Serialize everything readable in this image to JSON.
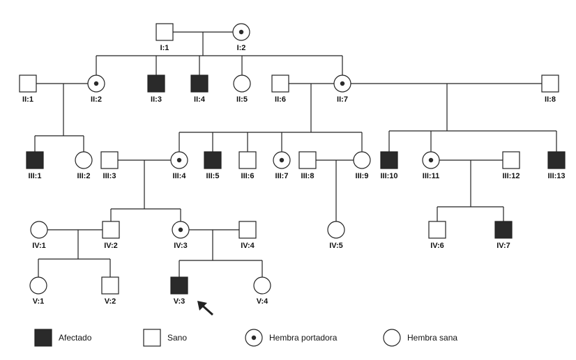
{
  "colors": {
    "affected": "#2a2a2a",
    "healthy": "#ffffff",
    "stroke": "#222222"
  },
  "individuals": [
    {
      "id": "I:1",
      "sex": "male",
      "status": "healthy"
    },
    {
      "id": "I:2",
      "sex": "female",
      "status": "carrier"
    },
    {
      "id": "II:1",
      "sex": "male",
      "status": "healthy"
    },
    {
      "id": "II:2",
      "sex": "female",
      "status": "carrier"
    },
    {
      "id": "II:3",
      "sex": "male",
      "status": "affected"
    },
    {
      "id": "II:4",
      "sex": "male",
      "status": "affected"
    },
    {
      "id": "II:5",
      "sex": "female",
      "status": "healthy"
    },
    {
      "id": "II:6",
      "sex": "male",
      "status": "healthy"
    },
    {
      "id": "II:7",
      "sex": "female",
      "status": "carrier"
    },
    {
      "id": "II:8",
      "sex": "male",
      "status": "healthy"
    },
    {
      "id": "III:1",
      "sex": "male",
      "status": "affected"
    },
    {
      "id": "III:2",
      "sex": "female",
      "status": "healthy"
    },
    {
      "id": "III:3",
      "sex": "male",
      "status": "healthy"
    },
    {
      "id": "III:4",
      "sex": "female",
      "status": "carrier"
    },
    {
      "id": "III:5",
      "sex": "male",
      "status": "affected"
    },
    {
      "id": "III:6",
      "sex": "male",
      "status": "healthy"
    },
    {
      "id": "III:7",
      "sex": "female",
      "status": "carrier"
    },
    {
      "id": "III:8",
      "sex": "male",
      "status": "healthy"
    },
    {
      "id": "III:9",
      "sex": "female",
      "status": "healthy"
    },
    {
      "id": "III:10",
      "sex": "male",
      "status": "affected"
    },
    {
      "id": "III:11",
      "sex": "female",
      "status": "carrier"
    },
    {
      "id": "III:12",
      "sex": "male",
      "status": "healthy"
    },
    {
      "id": "III:13",
      "sex": "male",
      "status": "affected"
    },
    {
      "id": "IV:1",
      "sex": "female",
      "status": "healthy"
    },
    {
      "id": "IV:2",
      "sex": "male",
      "status": "healthy"
    },
    {
      "id": "IV:3",
      "sex": "female",
      "status": "carrier"
    },
    {
      "id": "IV:4",
      "sex": "male",
      "status": "healthy"
    },
    {
      "id": "IV:5",
      "sex": "female",
      "status": "healthy"
    },
    {
      "id": "IV:6",
      "sex": "male",
      "status": "healthy"
    },
    {
      "id": "IV:7",
      "sex": "male",
      "status": "affected"
    },
    {
      "id": "V:1",
      "sex": "female",
      "status": "healthy"
    },
    {
      "id": "V:2",
      "sex": "male",
      "status": "healthy"
    },
    {
      "id": "V:3",
      "sex": "male",
      "status": "affected",
      "proband": true
    },
    {
      "id": "V:4",
      "sex": "female",
      "status": "healthy"
    }
  ],
  "families": [
    {
      "parents": [
        "I:1",
        "I:2"
      ],
      "children": [
        "II:2",
        "II:3",
        "II:4",
        "II:5",
        "II:7"
      ]
    },
    {
      "parents": [
        "II:1",
        "II:2"
      ],
      "children": [
        "III:1",
        "III:2"
      ]
    },
    {
      "parents": [
        "II:6",
        "II:7"
      ],
      "children": [
        "III:4",
        "III:5",
        "III:6",
        "III:7",
        "III:9"
      ]
    },
    {
      "parents": [
        "II:7",
        "II:8"
      ],
      "children": [
        "III:10",
        "III:11",
        "III:13"
      ]
    },
    {
      "parents": [
        "III:3",
        "III:4"
      ],
      "children": [
        "IV:2",
        "IV:3"
      ]
    },
    {
      "parents": [
        "III:8",
        "III:9"
      ],
      "children": [
        "IV:5"
      ]
    },
    {
      "parents": [
        "III:11",
        "III:12"
      ],
      "children": [
        "IV:6",
        "IV:7"
      ]
    },
    {
      "parents": [
        "IV:1",
        "IV:2"
      ],
      "children": [
        "V:1",
        "V:2"
      ]
    },
    {
      "parents": [
        "IV:3",
        "IV:4"
      ],
      "children": [
        "V:3",
        "V:4"
      ]
    }
  ],
  "legend": [
    {
      "symbol": "affected-male",
      "label": "Afectado"
    },
    {
      "symbol": "healthy-male",
      "label": "Sano"
    },
    {
      "symbol": "carrier-female",
      "label": "Hembra portadora"
    },
    {
      "symbol": "healthy-female",
      "label": "Hembra sana"
    }
  ]
}
